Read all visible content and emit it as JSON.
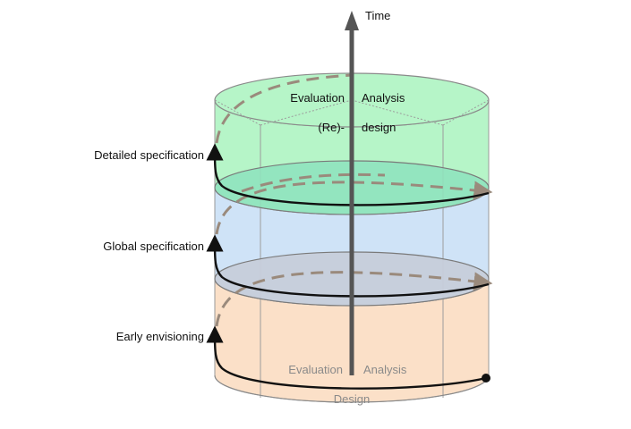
{
  "axis": {
    "label": "Time"
  },
  "stages": [
    {
      "label": "Early envisioning"
    },
    {
      "label": "Global specification"
    },
    {
      "label": "Detailed specification"
    }
  ],
  "top_cycle": {
    "left": "Evaluation",
    "right": "Analysis",
    "bottom_left": "(Re)-",
    "bottom_right": "design"
  },
  "bottom_cycle": {
    "left": "Evaluation",
    "right": "Analysis",
    "bottom": "Design"
  },
  "colors": {
    "green_band": "#b6f5c8",
    "blue_band": "#cfe3f7",
    "peach_band": "#fbe0c8",
    "green_disc": "#8fe3be",
    "grey_disc": "#c6cdda",
    "axis": "#555555",
    "spiral": "#111111",
    "dashed": "#9a8a7c"
  }
}
